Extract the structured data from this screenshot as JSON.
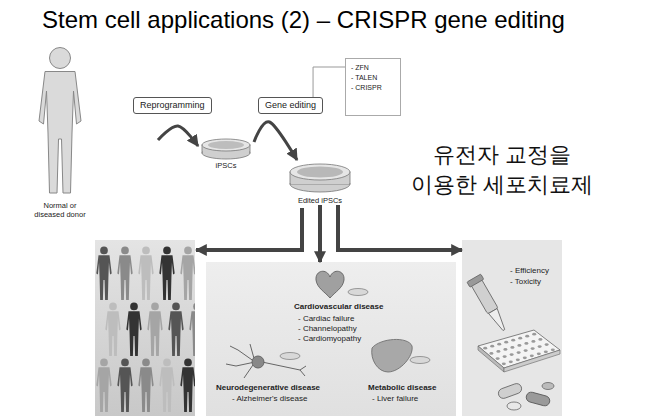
{
  "diagram": {
    "title": "Stem cell applications (2) – CRISPR gene editing",
    "nodes": [
      {
        "text": [
          "Normal or diseased donor"
        ]
      },
      {
        "text": [
          "Reprogramming"
        ]
      },
      {
        "text": [
          "iPSCs"
        ]
      },
      {
        "text": [
          "Gene editing"
        ]
      },
      {
        "text": [
          "- ZFN",
          "- TALEN",
          "- CRISPR"
        ]
      },
      {
        "text": [
          "Edited iPSCs"
        ]
      },
      {
        "text": [
          "Cardiovascular disease",
          "- Cardiac failure",
          "- Channelopathy",
          "- Cardiomyopathy",
          "Neurodegenerative disease",
          "- Alzheimer's disease",
          "Metabolic disease",
          "- Liver failure"
        ]
      },
      {
        "text": [
          "- Efficiency",
          "- Toxicity"
        ]
      }
    ],
    "edges": [
      {
        "from": 0,
        "to": 2,
        "arrow": "to"
      },
      {
        "from": 2,
        "to": 5,
        "arrow": "to"
      },
      {
        "from": 3,
        "to": 4,
        "arrow": "none"
      },
      {
        "from": 5,
        "to": 6,
        "arrow": "to"
      },
      {
        "from": 5,
        "to": 7,
        "arrow": "to"
      }
    ],
    "labels": [
      "유전자 교정을 이용한 세포치료제"
    ]
  }
}
